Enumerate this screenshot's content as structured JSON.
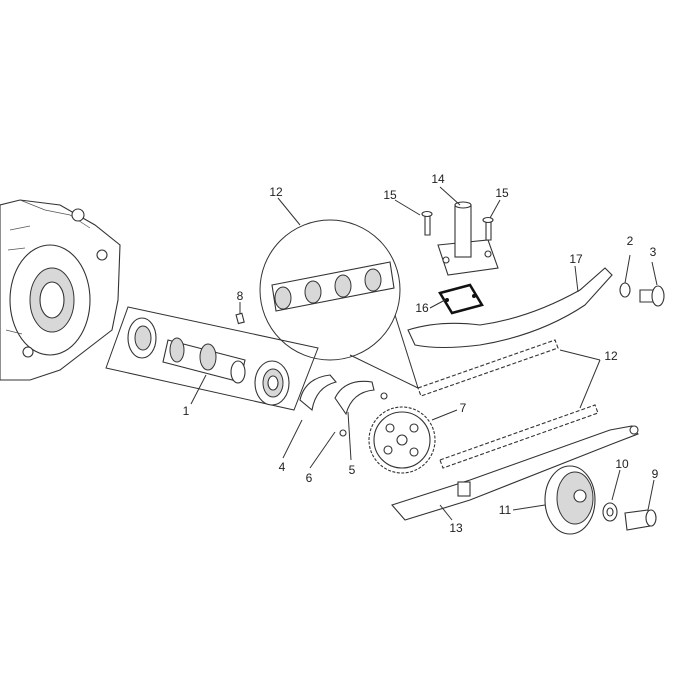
{
  "diagram": {
    "callouts": [
      {
        "id": "c1",
        "text": "1"
      },
      {
        "id": "c2",
        "text": "2"
      },
      {
        "id": "c3",
        "text": "3"
      },
      {
        "id": "c4",
        "text": "4"
      },
      {
        "id": "c5",
        "text": "5"
      },
      {
        "id": "c6",
        "text": "6"
      },
      {
        "id": "c7",
        "text": "7"
      },
      {
        "id": "c8",
        "text": "8"
      },
      {
        "id": "c9",
        "text": "9"
      },
      {
        "id": "c10",
        "text": "10"
      },
      {
        "id": "c11",
        "text": "11"
      },
      {
        "id": "c12a",
        "text": "12"
      },
      {
        "id": "c12b",
        "text": "12"
      },
      {
        "id": "c13",
        "text": "13"
      },
      {
        "id": "c14",
        "text": "14"
      },
      {
        "id": "c15a",
        "text": "15"
      },
      {
        "id": "c15b",
        "text": "15"
      },
      {
        "id": "c16",
        "text": "16"
      },
      {
        "id": "c17",
        "text": "17"
      }
    ]
  }
}
